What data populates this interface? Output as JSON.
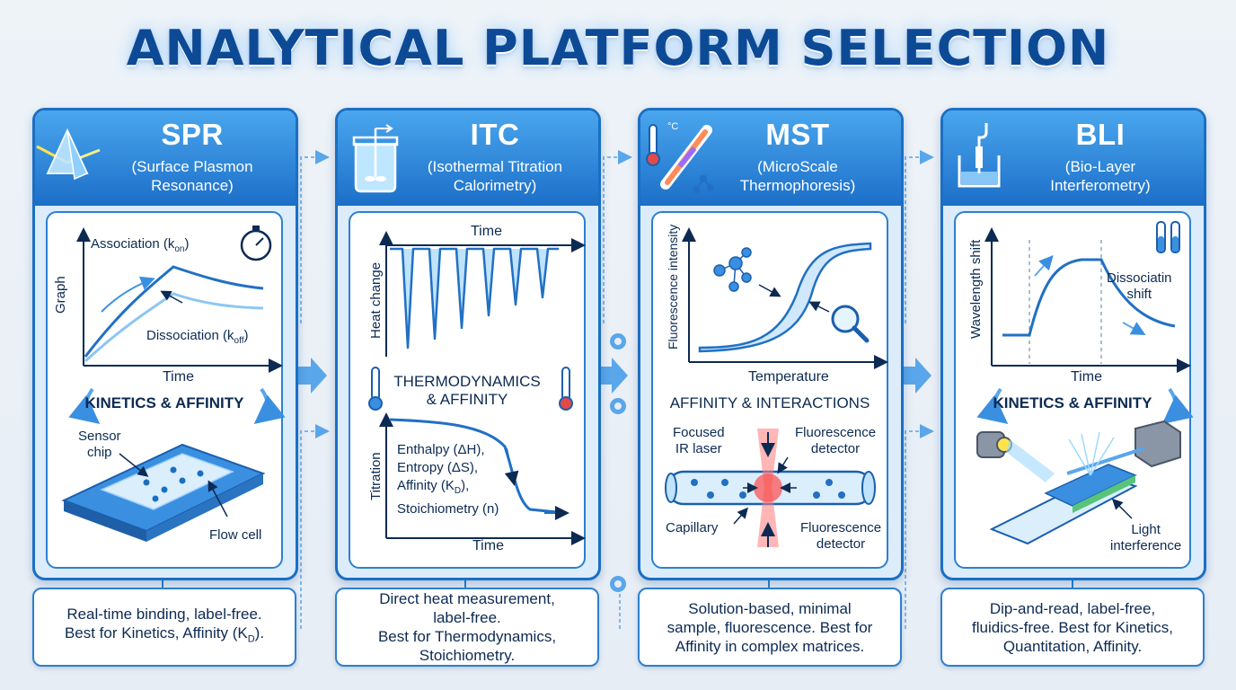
{
  "title": "ANALYTICAL PLATFORM SELECTION",
  "colors": {
    "primary": "#1a6fc4",
    "accent": "#4aa6ee",
    "laser": "#ff5a5a",
    "text": "#0c2a52"
  },
  "panels": [
    {
      "abbr": "SPR",
      "full_line1": "(Surface Plasmon",
      "full_line2": "Resonance)",
      "icon": "prism-icon",
      "graph": {
        "ylabel": "Graph",
        "xlabel": "Time",
        "association": "Association (k",
        "association_sub": "on",
        "dissociation": "Dissociation (k",
        "dissociation_sub": "off"
      },
      "section": "KINETICS & AFFINITY",
      "labels": {
        "sensor_1": "Sensor",
        "sensor_2": "chip",
        "flow": "Flow cell"
      },
      "summary_1": "Real-time binding, label-free.",
      "summary_2": "Best for Kinetics, Affinity (K",
      "summary_2_sub": "D",
      "summary_2_end": ")."
    },
    {
      "abbr": "ITC",
      "full_line1": "(Isothermal Titration",
      "full_line2": "Calorimetry)",
      "icon": "calorimeter-icon",
      "graph": {
        "xlabel": "Time",
        "ylabel": "Heat change"
      },
      "section_1": "THERMODYNAMICS",
      "section_2": "& AFFINITY",
      "graph2": {
        "ylabel": "Titration",
        "xlabel": "Time",
        "line1": "Enthalpy (ΔH),",
        "line2": "Entropy (ΔS),",
        "line3": "Affinity (K",
        "line3_sub": "D",
        "line3_end": "),",
        "line4": "Stoichiometry (n)"
      },
      "summary_1": "Direct heat measurement,",
      "summary_2": "label-free.",
      "summary_3": "Best for Thermodynamics,",
      "summary_4": "Stoichiometry."
    },
    {
      "abbr": "MST",
      "full_line1": "(MicroScale",
      "full_line2": "Thermophoresis)",
      "icon": "thermometer-capillary-icon",
      "thermo_label": "°C",
      "graph": {
        "ylabel": "Fluorescence intensity",
        "xlabel": "Temperature"
      },
      "section": "AFFINITY & INTERACTIONS",
      "labels": {
        "laser_1": "Focused",
        "laser_2": "IR laser",
        "det_a1": "Fluorescence",
        "det_a2": "detector",
        "capillary": "Capillary",
        "det_b1": "Fluorescence",
        "det_b2": "detector"
      },
      "summary_1": "Solution-based, minimal",
      "summary_2": "sample, fluorescence. Best for",
      "summary_3": "Affinity in complex matrices."
    },
    {
      "abbr": "BLI",
      "full_line1": "(Bio-Layer",
      "full_line2": "Interferometry)",
      "icon": "probe-well-icon",
      "graph": {
        "ylabel": "Wavelength shift",
        "xlabel": "Time",
        "diss_1": "Dissociatin",
        "diss_2": "shift"
      },
      "section": "KINETICS & AFFINITY",
      "labels": {
        "light_1": "Light",
        "light_2": "interference"
      },
      "summary_1": "Dip-and-read, label-free,",
      "summary_2": "fluidics-free. Best for Kinetics,",
      "summary_3": "Quantitation, Affinity."
    }
  ]
}
